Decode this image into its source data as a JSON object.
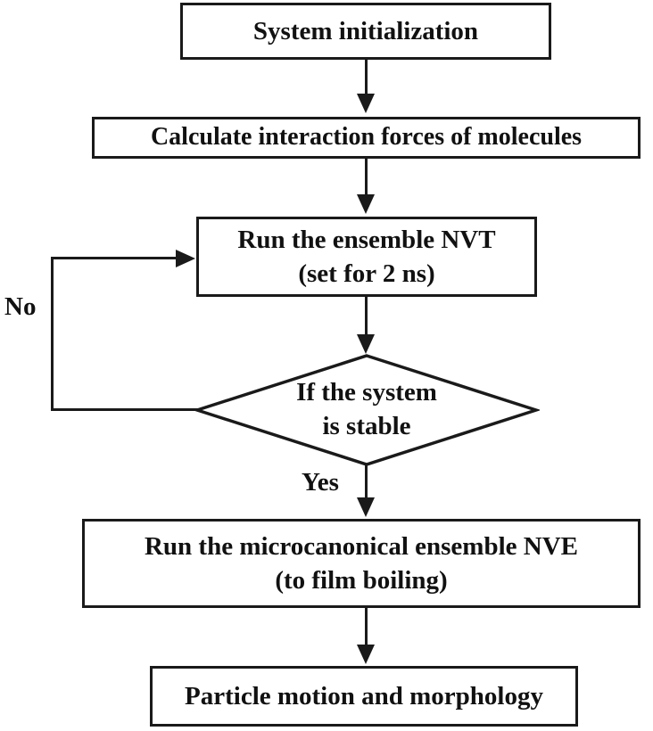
{
  "diagram": {
    "type": "flowchart",
    "nodes": {
      "system_init": {
        "label": "System initialization"
      },
      "calc_forces": {
        "label": "Calculate interaction forces of molecules"
      },
      "run_nvt": {
        "line1": "Run the ensemble NVT",
        "line2": "(set for 2 ns)"
      },
      "decision_stable": {
        "line1": "If the system",
        "line2": "is stable"
      },
      "run_nve": {
        "line1": "Run the microcanonical ensemble NVE",
        "line2": "(to film boiling)"
      },
      "particle_motion": {
        "label": "Particle motion and morphology"
      }
    },
    "edge_labels": {
      "yes": "Yes",
      "no": "No"
    },
    "edges": [
      {
        "from": "system_init",
        "to": "calc_forces",
        "label": ""
      },
      {
        "from": "calc_forces",
        "to": "run_nvt",
        "label": ""
      },
      {
        "from": "run_nvt",
        "to": "decision_stable",
        "label": ""
      },
      {
        "from": "decision_stable",
        "to": "run_nve",
        "label": "Yes"
      },
      {
        "from": "decision_stable",
        "to": "run_nvt",
        "label": "No"
      },
      {
        "from": "run_nve",
        "to": "particle_motion",
        "label": ""
      }
    ],
    "colors": {
      "stroke": "#1a1a1a",
      "fill": "#ffffff",
      "text": "#111111"
    }
  }
}
